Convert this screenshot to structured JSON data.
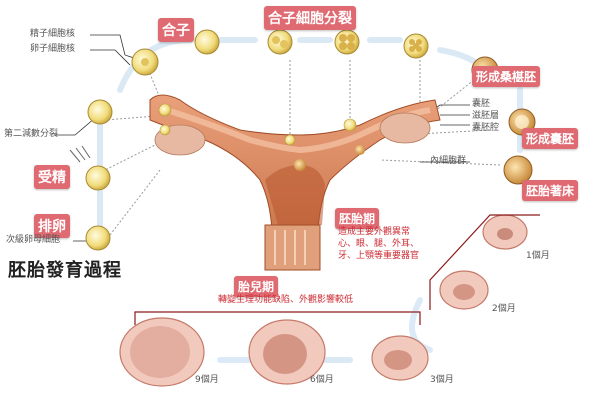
{
  "title": "胚胎發育過程",
  "labels": {
    "sperm": "精子細胞核",
    "egg_nucleus": "卵子細胞核",
    "second_meiosis": "第二減數分裂",
    "fertilization": "受精",
    "ovulation": "排卵",
    "secondary_oocyte": "次級卵母細胞",
    "zygote": "合子",
    "cleavage": "合子細胞分裂",
    "morula": "形成桑椹胚",
    "blastocyst": "形成囊胚",
    "implantation": "胚胎著床",
    "blastocoel": "囊胚",
    "trophoblast": "滋胚層",
    "blastocoel_cavity": "囊胚腔",
    "inner_cell_mass": "內細胞群",
    "embryo_stage": "胚胎期",
    "embryo_note_1": "造成主要外觀異常",
    "embryo_note_2": "心、眼、腿、外耳、",
    "embryo_note_3": "牙、上顎等重要器官",
    "fetal_stage": "胎兒期",
    "fetal_note": "轉變生理功能缺陷、外觀影響較低",
    "m1": "1個月",
    "m2": "2個月",
    "m3": "3個月",
    "m6": "6個月",
    "m9": "9個月"
  },
  "colors": {
    "accent_red": "#e06a72",
    "uterus": "#d98a5c",
    "uterus_dark": "#b8562e",
    "cell": "#f1dc7a",
    "arrow": "#cfe3f3"
  }
}
